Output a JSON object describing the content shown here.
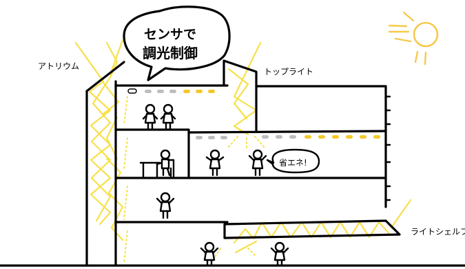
{
  "labels": {
    "atrium": "アトリウム",
    "toplight": "トップライト",
    "lightshelf": "ライトシェルフ",
    "bubble_line1": "センサで",
    "bubble_line2": "調光制御",
    "energy_saving": "省エネ!"
  },
  "colors": {
    "light_yellow": "#f7e04a",
    "lamp_on": "#f3c92a",
    "lamp_off": "#bdbdbd",
    "ink": "#000000",
    "sun": "#f6c94a"
  },
  "icons": {
    "sun": "sun-icon",
    "person": "person-icon",
    "sensor": "sensor-icon",
    "desk": "desk-icon"
  }
}
